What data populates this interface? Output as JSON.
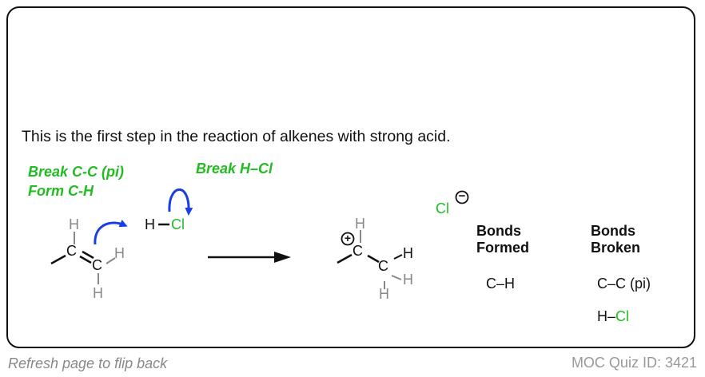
{
  "intro_text": "This is the first step in the reaction of alkenes with strong acid.",
  "annotations": {
    "break_pi": "Break C-C (pi)",
    "form_ch": "Form C-H",
    "break_hcl": "Break H–Cl"
  },
  "atoms": {
    "c": "C",
    "h": "H",
    "cl": "Cl",
    "plus": "+",
    "minus": "−"
  },
  "bonds_formed": {
    "heading_line1": "Bonds",
    "heading_line2": "Formed",
    "items": [
      "C–H"
    ]
  },
  "bonds_broken": {
    "heading_line1": "Bonds",
    "heading_line2": "Broken",
    "item1": "C–C (pi)",
    "item2_prefix": "H–",
    "item2_cl": "Cl"
  },
  "footer": {
    "left": "Refresh page to flip back",
    "right": "MOC Quiz ID: 3421"
  },
  "colors": {
    "green": "#22bb22",
    "arrow_blue": "#1a3ee6",
    "gray": "#888888"
  }
}
